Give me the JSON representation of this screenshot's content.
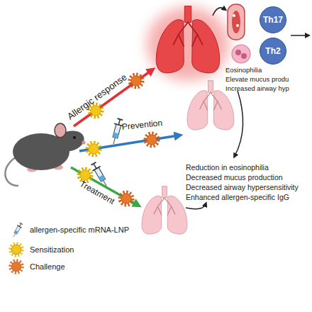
{
  "diagram": {
    "nodes": [
      {
        "text": [
          "Th17"
        ]
      },
      {
        "text": [
          "Th2"
        ]
      }
    ],
    "labels": [
      "Allergic response",
      "Prevention",
      "Treatment",
      "Eosinophilia",
      "Elevate mucus produ",
      "Increased airway hyp",
      "Reduction in eosinophilia",
      "Decreased mucus production",
      "Decreased airway hypersensitivity",
      "Enhanced allergen-specific IgG"
    ],
    "legend": [
      {
        "text": "allergen-specific mRNA-LNP"
      },
      {
        "text": "Sensitization",
        "color": "#f5c518"
      },
      {
        "text": "Challenge",
        "color": "#e8762b"
      }
    ]
  }
}
